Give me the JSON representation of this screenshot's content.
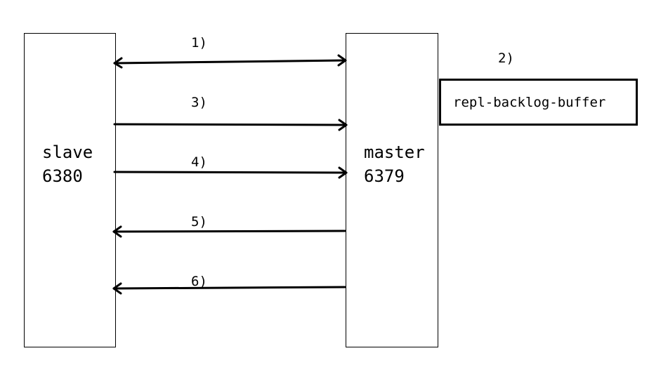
{
  "slave": {
    "name": "slave",
    "port": "6380"
  },
  "master": {
    "name": "master",
    "port": "6379"
  },
  "buffer": {
    "label": "repl-backlog-buffer"
  },
  "steps": [
    {
      "label": "1)",
      "direction": "both"
    },
    {
      "label": "2)",
      "direction": "none"
    },
    {
      "label": "3)",
      "direction": "to-master"
    },
    {
      "label": "4)",
      "direction": "to-master"
    },
    {
      "label": "5)",
      "direction": "to-slave"
    },
    {
      "label": "6)",
      "direction": "to-slave"
    }
  ],
  "colors": {
    "line": "#000000",
    "background": "#ffffff"
  }
}
